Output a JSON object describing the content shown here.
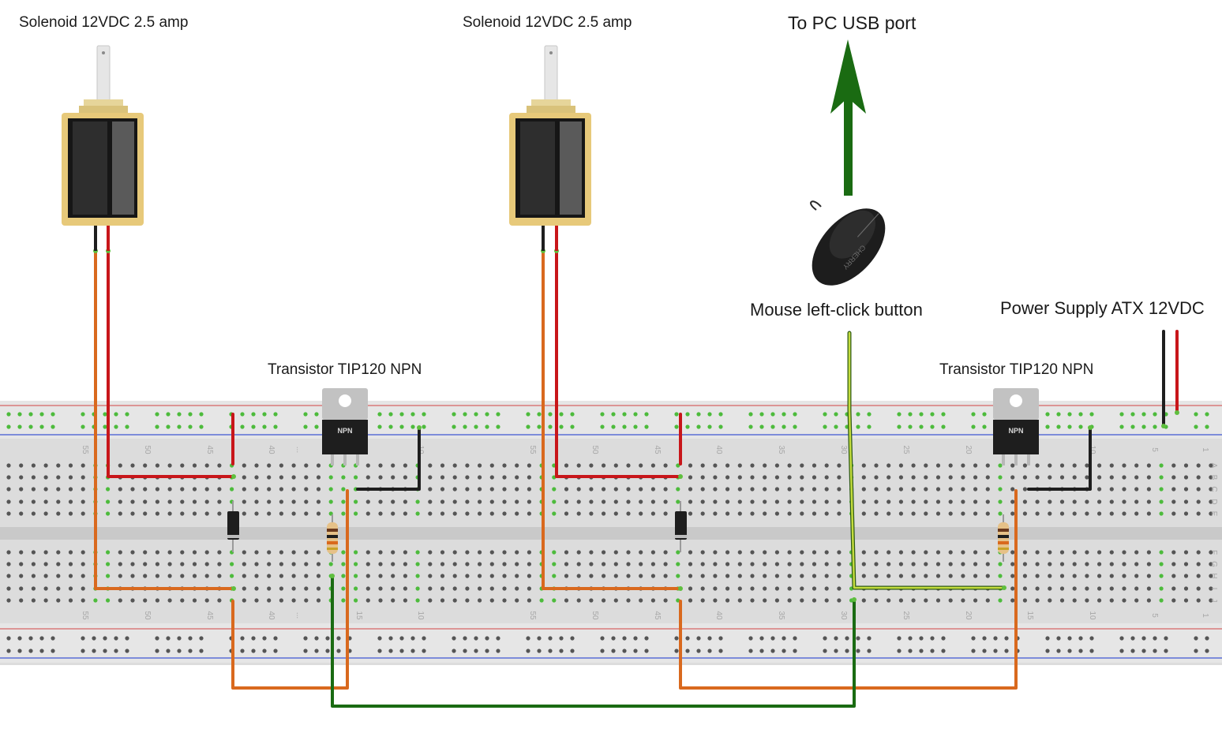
{
  "labels": {
    "solenoid_left": "Solenoid 12VDC 2.5 amp",
    "solenoid_right": "Solenoid 12VDC 2.5 amp",
    "usb": "To PC USB port",
    "mouse": "Mouse left-click button",
    "power": "Power Supply ATX 12VDC",
    "transistor_left": "Transistor TIP120 NPN",
    "transistor_right": "Transistor TIP120 NPN"
  },
  "component_text": {
    "npn": "NPN",
    "mouse_brand": "CHERRY"
  },
  "breadboard": {
    "column_numbers": [
      "55",
      "50",
      "45",
      "40",
      "...",
      "15",
      "10",
      "55",
      "50",
      "45",
      "40",
      "35",
      "30",
      "25",
      "20",
      "15",
      "10",
      "5",
      "1"
    ],
    "row_letters_top": [
      "A",
      "B",
      "C",
      "D",
      "E"
    ],
    "row_letters_bottom": [
      "F",
      "G",
      "H",
      "I",
      "J"
    ]
  },
  "colors": {
    "wire_orange": "#d9691e",
    "wire_red": "#c8161a",
    "wire_black": "#1e1e1e",
    "wire_green": "#1a6b12",
    "wire_yellow_green": "#b8d43a",
    "arrow_green": "#1a6b12",
    "breadboard": "#dedede",
    "rail_red_line": "#d97a7a",
    "rail_blue_line": "#5a6fd6",
    "solenoid_frame": "#e7c97a",
    "hole_green": "#4dbb3c"
  }
}
